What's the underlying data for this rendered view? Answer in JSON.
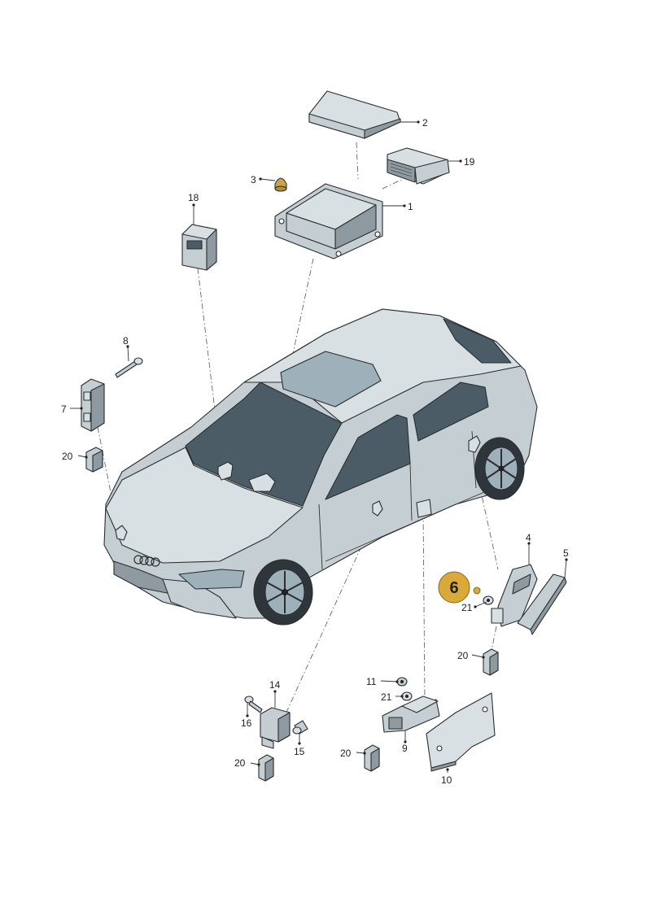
{
  "callouts": [
    {
      "id": "1",
      "text": "1"
    },
    {
      "id": "2",
      "text": "2"
    },
    {
      "id": "3",
      "text": "3"
    },
    {
      "id": "4",
      "text": "4"
    },
    {
      "id": "5",
      "text": "5"
    },
    {
      "id": "7",
      "text": "7"
    },
    {
      "id": "8",
      "text": "8"
    },
    {
      "id": "9",
      "text": "9"
    },
    {
      "id": "10",
      "text": "10"
    },
    {
      "id": "11",
      "text": "11"
    },
    {
      "id": "14",
      "text": "14"
    },
    {
      "id": "15",
      "text": "15"
    },
    {
      "id": "16",
      "text": "16"
    },
    {
      "id": "18",
      "text": "18"
    },
    {
      "id": "19",
      "text": "19"
    },
    {
      "id": "20a",
      "text": "20"
    },
    {
      "id": "20b",
      "text": "20"
    },
    {
      "id": "20c",
      "text": "20"
    },
    {
      "id": "20d",
      "text": "20"
    },
    {
      "id": "21a",
      "text": "21"
    },
    {
      "id": "21b",
      "text": "21"
    }
  ],
  "highlight": {
    "text": "6",
    "color": "#d9a93a"
  },
  "colors": {
    "part": "#c5ced2",
    "glass": "#4b5c66",
    "line": "#2a2e31"
  }
}
